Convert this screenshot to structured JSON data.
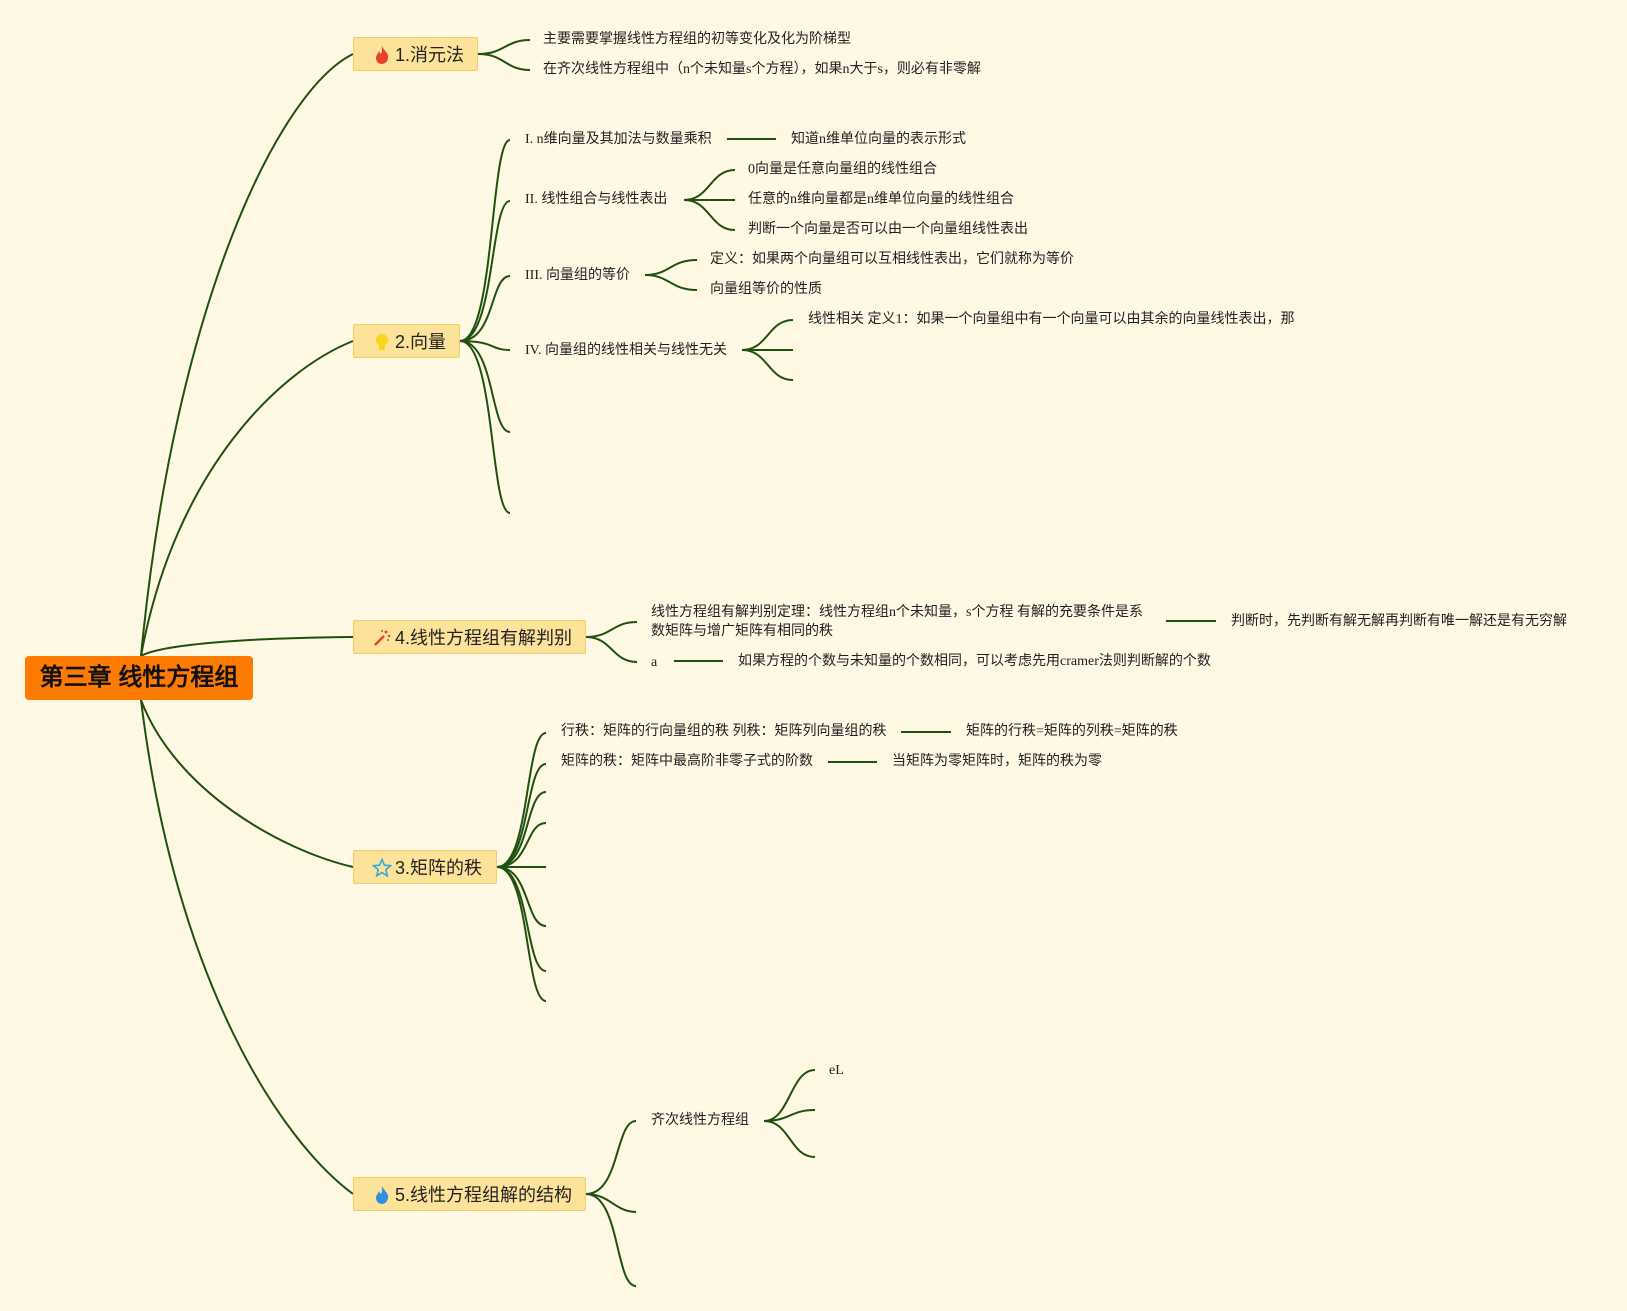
{
  "root": {
    "label": "第三章 线性方程组"
  },
  "branches": {
    "b1": {
      "label": "1.消元法",
      "icon": "fire-icon",
      "icon_color": "#e8412b"
    },
    "b2": {
      "label": "2.向量",
      "icon": "lightbulb-icon",
      "icon_color": "#f7d61c"
    },
    "b3": {
      "label": "3.矩阵的秩",
      "icon": "star-outline-icon",
      "icon_color": "#3aa6d9"
    },
    "b4": {
      "label": "4.线性方程组有解判别",
      "icon": "magic-wand-icon",
      "icon_color": "#e8412b"
    },
    "b5": {
      "label": "5.线性方程组解的结构",
      "icon": "fire-icon",
      "icon_color": "#2f8fe0"
    }
  },
  "nodes": {
    "b1_1": "主要需要掌握线性方程组的初等变化及化为阶梯型",
    "b1_2": "在齐次线性方程组中（n个未知量s个方程），如果n大于s，则必有非零解",
    "b2_1": "I. n维向量及其加法与数量乘积",
    "b2_1_1": "知道n维单位向量的表示形式",
    "b2_2": "II. 线性组合与线性表出",
    "b2_2_1": "0向量是任意向量组的线性组合",
    "b2_2_2": "任意的n维向量都是n维单位向量的线性组合",
    "b2_2_3": "判断一个向量是否可以由一个向量组线性表出",
    "b2_3": "III. 向量组的等价",
    "b2_3_1": "定义：如果两个向量组可以互相线性表出，它们就称为等价",
    "b2_3_2": "向量组等价的性质",
    "b2_4": "IV. 向量组的线性相关与线性无关",
    "b2_4_1": "线性相关 定义1：如果一个向量组中有一个向量可以由其余的向量线性表出，那",
    "b4_1": "线性方程组有解判别定理：线性方程组n个未知量，s个方程 有解的充要条件是系数矩阵与增广矩阵有相同的秩",
    "b4_1_1": "判断时，先判断有解无解再判断有唯一解还是有无穷解",
    "b4_2": "a",
    "b4_2_1": "如果方程的个数与未知量的个数相同，可以考虑先用cramer法则判断解的个数",
    "b3_1": "行秩：矩阵的行向量组的秩 列秩：矩阵列向量组的秩",
    "b3_1_1": "矩阵的行秩=矩阵的列秩=矩阵的秩",
    "b3_2": "矩阵的秩：矩阵中最高阶非零子式的阶数",
    "b3_2_1": "当矩阵为零矩阵时，矩阵的秩为零",
    "b5_1": "齐次线性方程组",
    "b5_1_1": "eL"
  },
  "colors": {
    "background": "#fff8e5",
    "root_fill": "#ff7a00",
    "branch_fill": "#fde39a",
    "line": "#1f5210"
  }
}
